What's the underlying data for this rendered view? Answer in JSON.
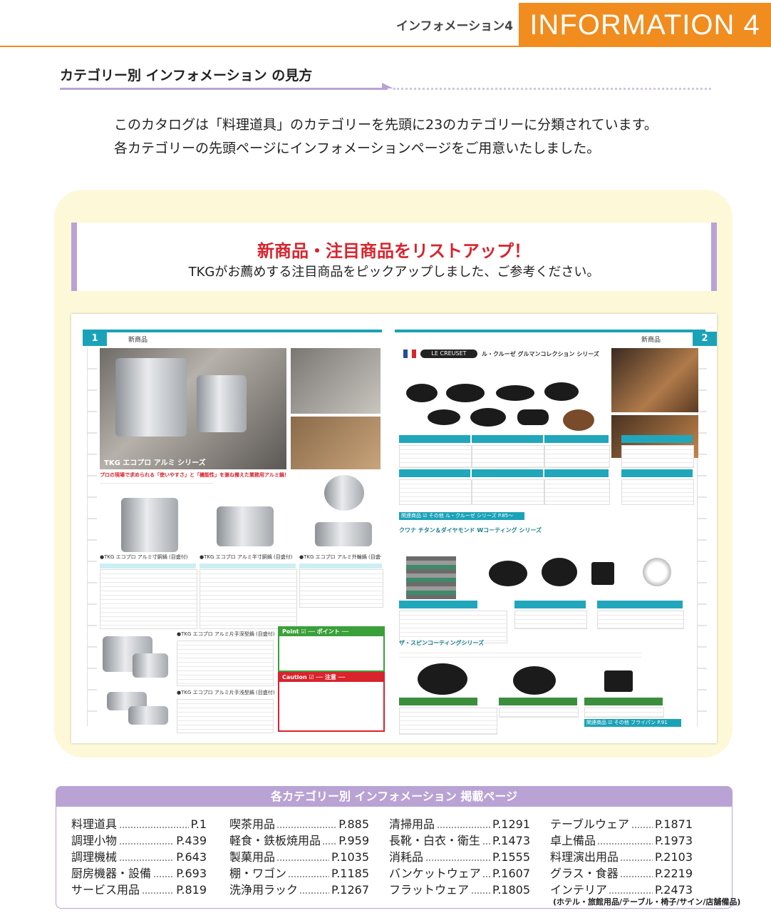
{
  "header": {
    "subtitle": "インフォメーション4",
    "title": "INFORMATION 4"
  },
  "section": {
    "title": "カテゴリー別 インフォメーション の見方",
    "intro": [
      "このカタログは「料理道具」のカテゴリーを先頭に23のカテゴリーに分類されています。",
      "各カテゴリーの先頭ページにインフォメーションページをご用意いたしました。"
    ]
  },
  "banner": {
    "headline": "新商品・注目商品をリストアップ！",
    "subline": "TKGがお薦めする注目商品をピックアップしました、ご参考ください。"
  },
  "spread": {
    "left": {
      "page_no": "1",
      "label": "新商品",
      "series": "TKG エコプロ アルミ シリーズ",
      "tagline": "プロの現場で求められる「使いやすさ」と「機能性」を兼ね備えた業務用アルミ鍋！",
      "products": [
        "●TKG エコプロ アルミ寸胴鍋 (目盛付)",
        "●TKG エコプロ アルミ半寸胴鍋 (目盛付)",
        "●TKG エコプロ アルミ外輪鍋 (目盛付)",
        "●TKG エコプロ アルミ片手深型鍋 (目盛付)",
        "●TKG エコプロ アルミ片手浅型鍋 (目盛付)"
      ],
      "point_title": "Point ☑ ── ポイント ──",
      "caution_title": "Caution ☑ ── 注意 ──"
    },
    "right": {
      "page_no": "2",
      "label": "新商品",
      "brand": "LE CREUSET",
      "series": "ル・クルーゼ グルマンコレクション シリーズ",
      "series2": "クワナ チタン＆ダイヤモンド Wコーティング シリーズ",
      "series3": "ザ・スピンコーティングシリーズ",
      "related1": "関連商品 ☑ その他 ル・クルーゼ シリーズ P.85〜",
      "related2": "関連商品 ☑ その他 フライパン P.91"
    }
  },
  "index": {
    "title": "各カテゴリー別 インフォメーション 掲載ページ",
    "columns": [
      [
        {
          "name": "料理道具",
          "page": "P.1"
        },
        {
          "name": "調理小物",
          "page": "P.439"
        },
        {
          "name": "調理機械",
          "page": "P.643"
        },
        {
          "name": "厨房機器・設備",
          "page": "P.693"
        },
        {
          "name": "サービス用品",
          "page": "P.819"
        }
      ],
      [
        {
          "name": "喫茶用品",
          "page": "P.885"
        },
        {
          "name": "軽食・鉄板焼用品",
          "page": "P.959"
        },
        {
          "name": "製菓用品",
          "page": "P.1035"
        },
        {
          "name": "棚・ワゴン",
          "page": "P.1185"
        },
        {
          "name": "洗浄用ラック",
          "page": "P.1267"
        }
      ],
      [
        {
          "name": "清掃用品",
          "page": "P.1291"
        },
        {
          "name": "長靴・白衣・衛生",
          "page": "P.1473"
        },
        {
          "name": "消耗品",
          "page": "P.1555"
        },
        {
          "name": "バンケットウェア",
          "page": "P.1607"
        },
        {
          "name": "フラットウェア",
          "page": "P.1805"
        }
      ],
      [
        {
          "name": "テーブルウェア",
          "page": "P.1871"
        },
        {
          "name": "卓上備品",
          "page": "P.1973"
        },
        {
          "name": "料理演出用品",
          "page": "P.2103"
        },
        {
          "name": "グラス・食器",
          "page": "P.2219"
        },
        {
          "name": "インテリア",
          "page": "P.2473"
        }
      ]
    ],
    "note": "(ホテル・旅館用品/テーブル・椅子/サイン/店舗備品)"
  },
  "colors": {
    "accent_orange": "#f18c1e",
    "lavender": "#b9a3d4",
    "panel_yellow": "#fdf8d8",
    "headline_red": "#d9232d",
    "catalog_teal": "#1aa3b8"
  }
}
